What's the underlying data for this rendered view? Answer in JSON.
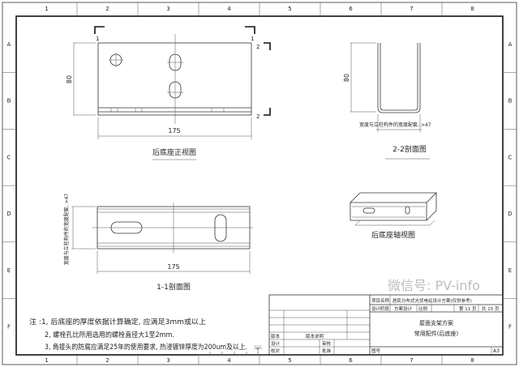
{
  "grid": {
    "columns": [
      "1",
      "2",
      "3",
      "4",
      "5",
      "6",
      "7",
      "8"
    ],
    "rows": [
      "A",
      "B",
      "C",
      "D",
      "E",
      "F"
    ]
  },
  "front_view": {
    "title": "后底座正视图",
    "dim_width": "175",
    "dim_height": "80",
    "section_1": "1",
    "section_2": "2"
  },
  "section_22": {
    "title": "2-2剖面图",
    "dim_height": "80",
    "width_note": "宽度与立柱构件的宽度配套, >47"
  },
  "section_11": {
    "title": "1-1剖面图",
    "dim_width": "175",
    "width_note": "宽度与立柱构件的宽度配套, >47"
  },
  "iso_view": {
    "title": "后底座轴视图"
  },
  "notes": [
    "注 :1, 后底座的厚度依据计算确定, 应满足3mm或以上",
    "2, 螺栓孔比所用选用的螺栓直径大1至2mm.",
    "3, 角接头的防腐应满足25年的使用要求, 热浸镀锌厚度为200um及以上."
  ],
  "title_block": {
    "project_label": "项目名称",
    "project_name": "居民分布式光伏电站设计方案(仅供参考)",
    "stage_label": "设计阶段",
    "stage": "方案设计",
    "scale_label": "比例",
    "page": "第 11 页",
    "total": "共 15 页",
    "drawing_title": "屋面支架方案",
    "drawing_subtitle": "常用配件(后底座)",
    "version_label": "版本",
    "version_desc_label": "版本说明",
    "design_label": "设计",
    "review_label": "审核",
    "check_label": "校对",
    "approve_label": "批准",
    "drawing_no_label": "图号",
    "sheet_size": "A3"
  },
  "watermark": "微信号: PV-info"
}
